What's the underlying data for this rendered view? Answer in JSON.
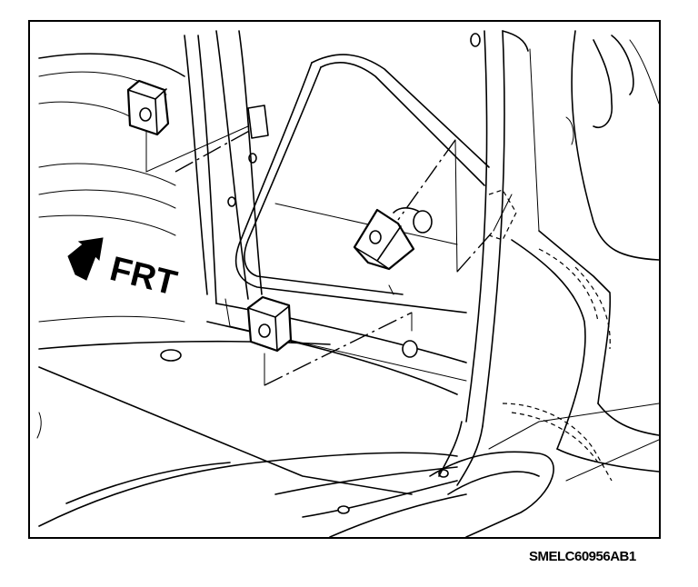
{
  "diagram": {
    "direction_label": "FRT",
    "figure_id": "SMELC60956AB1",
    "callouts": [
      "clip-upper-left",
      "clip-center",
      "clip-lower-left"
    ]
  }
}
